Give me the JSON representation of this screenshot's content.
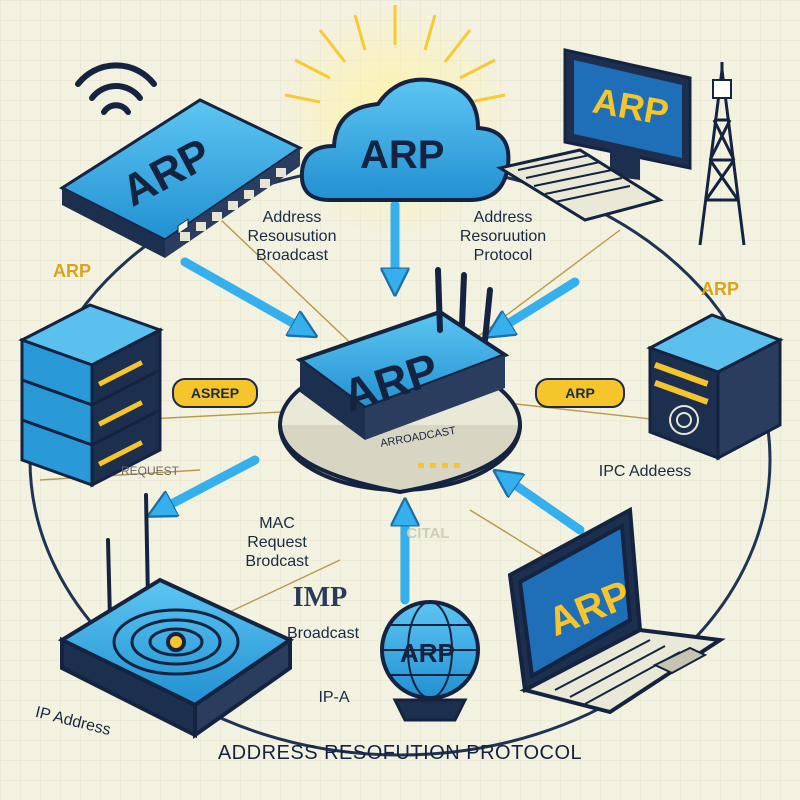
{
  "title": "ADDRESS RESOFUTION PROTOCOL",
  "device_texts": {
    "switch": "ARP",
    "cloud": "ARP",
    "monitor": "ARP",
    "router": "ARP",
    "router_side": "ARROADCAST",
    "laptop": "ARP",
    "globe": "ARP"
  },
  "labels": {
    "left_broadcast": [
      "Address",
      "Resousution",
      "Broadcast"
    ],
    "right_protocol": [
      "Address",
      "Resoruution",
      "Protocol"
    ],
    "mac_request": [
      "MAC",
      "Request",
      "Brodcast"
    ],
    "imp_title": "IMP",
    "imp_broadcast": "Broadcast",
    "ipc_address": "IPC Addeess",
    "ip_address_bottom": "IP Address",
    "ip_a": "IP-A",
    "arp_left": "ARP",
    "arp_right": "ARP",
    "faded_left": "REQUEST",
    "faded_right": "CITAL"
  },
  "badges": {
    "left": "ASREP",
    "right": "ARP"
  },
  "colors": {
    "background": "#f3f1df",
    "accent_blue": "#2ea8e6",
    "dark_navy": "#142440",
    "gold": "#f6c52c"
  }
}
